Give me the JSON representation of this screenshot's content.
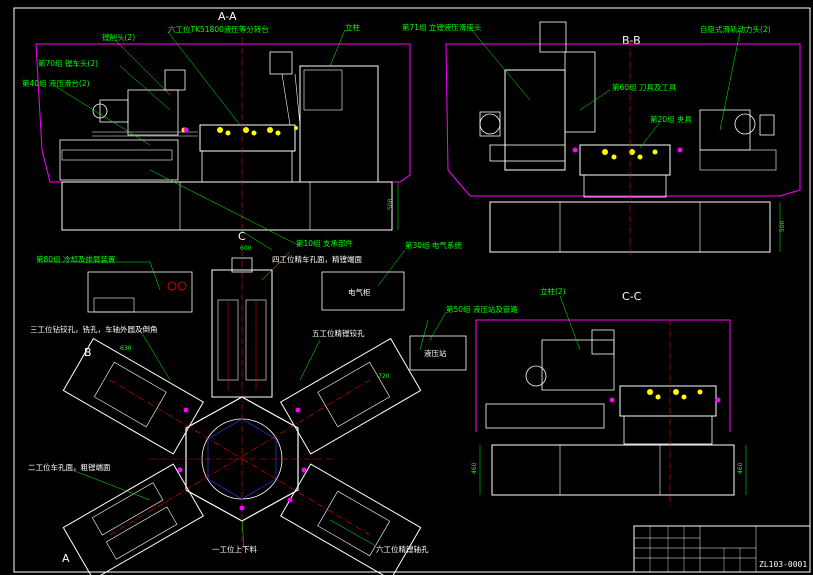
{
  "sections": {
    "aa": "A-A",
    "bb": "B-B",
    "cc": "C-C",
    "c_mark": "C",
    "a_mark": "A",
    "b_mark": "B"
  },
  "labels": {
    "drill_head": "镗削头(2)",
    "indexing_table": "六工位TK51800液压等分转台",
    "column_top": "立柱",
    "g70": "第70组 镗车头(2)",
    "g40": "第40组 液压滑台(2)",
    "g71": "第71组 立镗液压滑座头",
    "self_feed": "自驱式滑轨动力头(2)",
    "g60": "第60组 刀具及工具",
    "g20": "第20组 夹具",
    "g10": "第10组 支承部件",
    "g30": "第30组 电气系统",
    "g80": "第80组 冷却及排屑装置",
    "station4": "四工位精车孔面，精镗端面",
    "electric_cabinet": "电气柜",
    "station3": "三工位钻铰孔，铣孔，车轴外圆及倒角",
    "station5": "五工位精镗铰孔",
    "column_cc": "立柱(2)",
    "g50": "第50组 液压站及管路",
    "hydraulic_station": "液压站",
    "station2": "二工位车孔面，粗镗端面",
    "station1": "一工位上下料",
    "station6": "六工位精镗轴孔"
  },
  "dimensions": {
    "aa_height": "500",
    "bb_height": "500",
    "cc_height_left": "460",
    "cc_height_right": "460",
    "plan_top": "600",
    "arm_right": "720",
    "arm_left": "630"
  },
  "title_block": {
    "drawing_no": "ZL103-0001"
  },
  "colors": {
    "outline_magenta": "#ff00ff",
    "geometry_white": "#ffffff",
    "label_green": "#00ff00",
    "axis_red": "#ff0000",
    "part_yellow": "#ffff00",
    "hidden_blue": "#4040ff"
  }
}
